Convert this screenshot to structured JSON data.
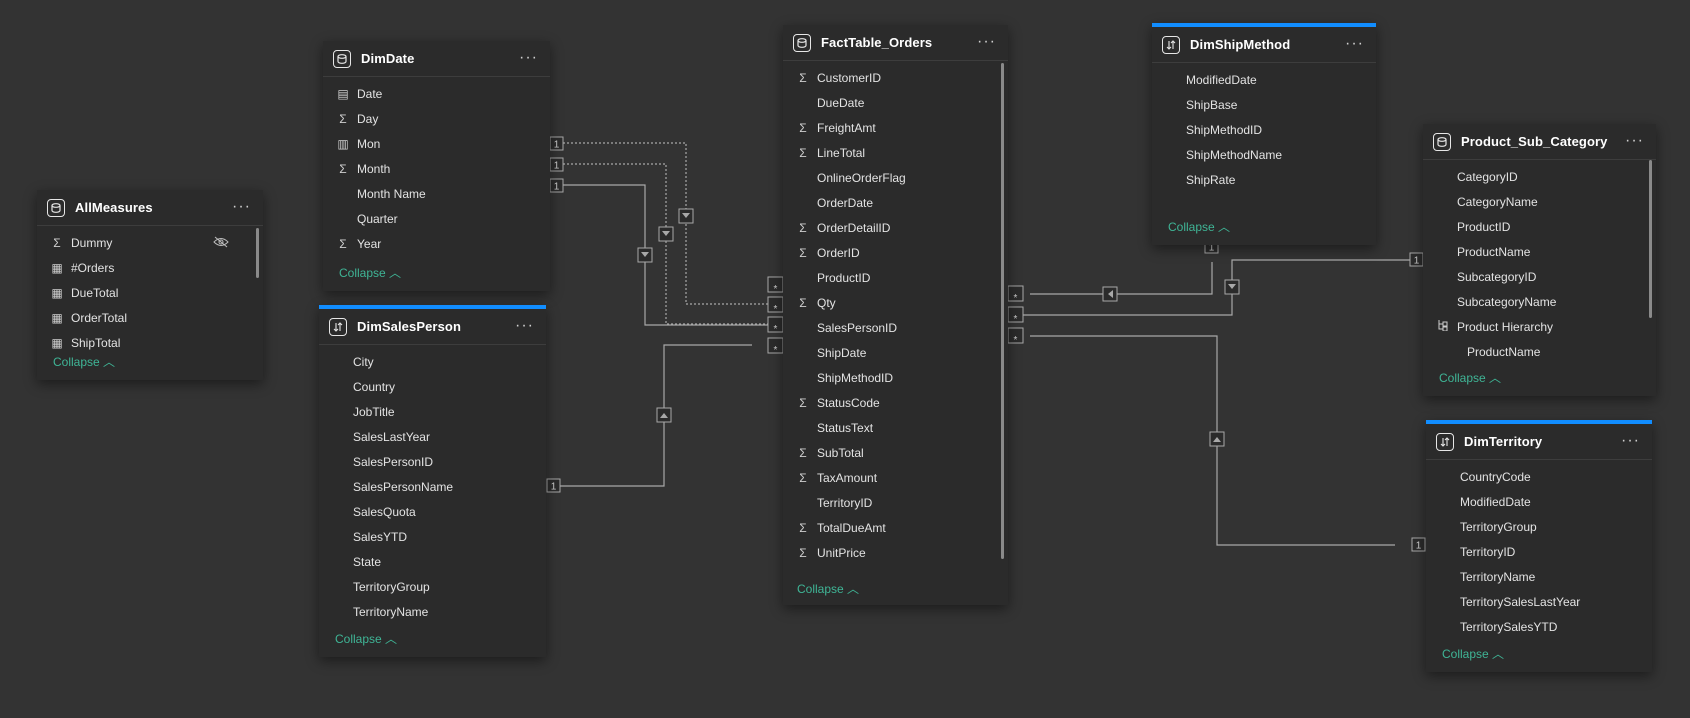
{
  "tables": {
    "allmeasures": {
      "title": "AllMeasures",
      "more": "···",
      "collapse": "Collapse ︿",
      "fields": [
        {
          "label": "Dummy",
          "icon": "sigma-icon"
        },
        {
          "label": "#Orders",
          "icon": "calculator-icon"
        },
        {
          "label": "DueTotal",
          "icon": "calculator-icon"
        },
        {
          "label": "OrderTotal",
          "icon": "calculator-icon"
        },
        {
          "label": "ShipTotal",
          "icon": "calculator-icon"
        }
      ]
    },
    "dimdate": {
      "title": "DimDate",
      "more": "···",
      "collapse": "Collapse ︿",
      "fields": [
        {
          "label": "Date",
          "icon": "calendar-icon"
        },
        {
          "label": "Day",
          "icon": "sigma-icon"
        },
        {
          "label": "Mon",
          "icon": "calendar-sort-icon"
        },
        {
          "label": "Month",
          "icon": "sigma-icon"
        },
        {
          "label": "Month Name",
          "icon": ""
        },
        {
          "label": "Quarter",
          "icon": ""
        },
        {
          "label": "Year",
          "icon": "sigma-icon"
        }
      ]
    },
    "dimsalesperson": {
      "title": "DimSalesPerson",
      "more": "···",
      "collapse": "Collapse ︿",
      "fields": [
        {
          "label": "City",
          "icon": ""
        },
        {
          "label": "Country",
          "icon": ""
        },
        {
          "label": "JobTitle",
          "icon": ""
        },
        {
          "label": "SalesLastYear",
          "icon": ""
        },
        {
          "label": "SalesPersonID",
          "icon": ""
        },
        {
          "label": "SalesPersonName",
          "icon": ""
        },
        {
          "label": "SalesQuota",
          "icon": ""
        },
        {
          "label": "SalesYTD",
          "icon": ""
        },
        {
          "label": "State",
          "icon": ""
        },
        {
          "label": "TerritoryGroup",
          "icon": ""
        },
        {
          "label": "TerritoryName",
          "icon": ""
        }
      ]
    },
    "facttable": {
      "title": "FactTable_Orders",
      "more": "···",
      "collapse": "Collapse ︿",
      "fields": [
        {
          "label": "CustomerID",
          "icon": "sigma-icon"
        },
        {
          "label": "DueDate",
          "icon": ""
        },
        {
          "label": "FreightAmt",
          "icon": "sigma-icon"
        },
        {
          "label": "LineTotal",
          "icon": "sigma-icon"
        },
        {
          "label": "OnlineOrderFlag",
          "icon": ""
        },
        {
          "label": "OrderDate",
          "icon": ""
        },
        {
          "label": "OrderDetailID",
          "icon": "sigma-icon"
        },
        {
          "label": "OrderID",
          "icon": "sigma-icon"
        },
        {
          "label": "ProductID",
          "icon": ""
        },
        {
          "label": "Qty",
          "icon": "sigma-icon"
        },
        {
          "label": "SalesPersonID",
          "icon": ""
        },
        {
          "label": "ShipDate",
          "icon": ""
        },
        {
          "label": "ShipMethodID",
          "icon": ""
        },
        {
          "label": "StatusCode",
          "icon": "sigma-icon"
        },
        {
          "label": "StatusText",
          "icon": ""
        },
        {
          "label": "SubTotal",
          "icon": "sigma-icon"
        },
        {
          "label": "TaxAmount",
          "icon": "sigma-icon"
        },
        {
          "label": "TerritoryID",
          "icon": ""
        },
        {
          "label": "TotalDueAmt",
          "icon": "sigma-icon"
        },
        {
          "label": "UnitPrice",
          "icon": "sigma-icon"
        }
      ]
    },
    "dimshipmethod": {
      "title": "DimShipMethod",
      "more": "···",
      "collapse": "Collapse ︿",
      "fields": [
        {
          "label": "ModifiedDate",
          "icon": ""
        },
        {
          "label": "ShipBase",
          "icon": ""
        },
        {
          "label": "ShipMethodID",
          "icon": ""
        },
        {
          "label": "ShipMethodName",
          "icon": ""
        },
        {
          "label": "ShipRate",
          "icon": ""
        }
      ]
    },
    "productsubcategory": {
      "title": "Product_Sub_Category",
      "more": "···",
      "collapse": "Collapse ︿",
      "fields": [
        {
          "label": "CategoryID",
          "icon": ""
        },
        {
          "label": "CategoryName",
          "icon": ""
        },
        {
          "label": "ProductID",
          "icon": ""
        },
        {
          "label": "ProductName",
          "icon": ""
        },
        {
          "label": "SubcategoryID",
          "icon": ""
        },
        {
          "label": "SubcategoryName",
          "icon": ""
        },
        {
          "label": "Product Hierarchy",
          "icon": "hierarchy-icon"
        },
        {
          "label": "ProductName",
          "icon": "",
          "indent": true
        }
      ]
    },
    "dimterritory": {
      "title": "DimTerritory",
      "more": "···",
      "collapse": "Collapse ︿",
      "fields": [
        {
          "label": "CountryCode",
          "icon": ""
        },
        {
          "label": "ModifiedDate",
          "icon": ""
        },
        {
          "label": "TerritoryGroup",
          "icon": ""
        },
        {
          "label": "TerritoryID",
          "icon": ""
        },
        {
          "label": "TerritoryName",
          "icon": ""
        },
        {
          "label": "TerritorySalesLastYear",
          "icon": ""
        },
        {
          "label": "TerritorySalesYTD",
          "icon": ""
        }
      ]
    }
  },
  "relationships": {
    "one": "1",
    "many": "*"
  },
  "colors": {
    "background": "#333333",
    "card": "#2b2b2b",
    "accent": "#118dff",
    "collapse": "#3fb596",
    "line": "#a8a8a8"
  }
}
